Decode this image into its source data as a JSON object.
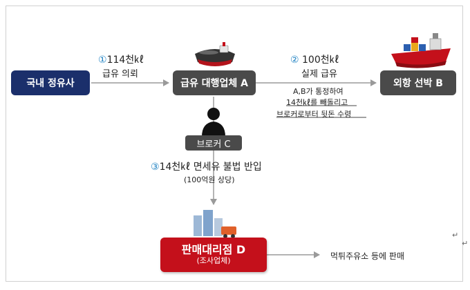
{
  "nodes": {
    "refinery": "국내 정유사",
    "bunker_a": "급유 대행업체 A",
    "ship_b": "외항 선박 B",
    "broker_c": "브로커 C",
    "dealer_d_title": "판매대리점 D",
    "dealer_d_sub": "(조사업체)"
  },
  "edges": {
    "step1_num": "①",
    "step1_qty": "114천㎘",
    "step1_desc": "급유 의뢰",
    "step2_num": "②",
    "step2_qty": "100천㎘",
    "step2_desc": "실제 급유",
    "collusion_line1": "A,B가 통정하여",
    "collusion_line2": "14천㎘를 빼돌리고",
    "collusion_line3": "브로커로부터 뒷돈 수령",
    "step3_num": "③",
    "step3_desc": "14천㎘ 면세유 불법 반입",
    "step3_value": "(100억원 상당)",
    "final_desc": "먹튀주유소 등에 판매"
  },
  "colors": {
    "navy": "#1b2f6b",
    "grey": "#4a4a4a",
    "red": "#c4101b",
    "accent_blue": "#1a7fc1",
    "arrow": "#9a9a9a"
  },
  "icons": [
    "tanker-ship-icon",
    "cargo-ship-icon",
    "broker-silhouette-icon",
    "city-truck-icon"
  ],
  "corner_marks": [
    "↵",
    "↵"
  ]
}
